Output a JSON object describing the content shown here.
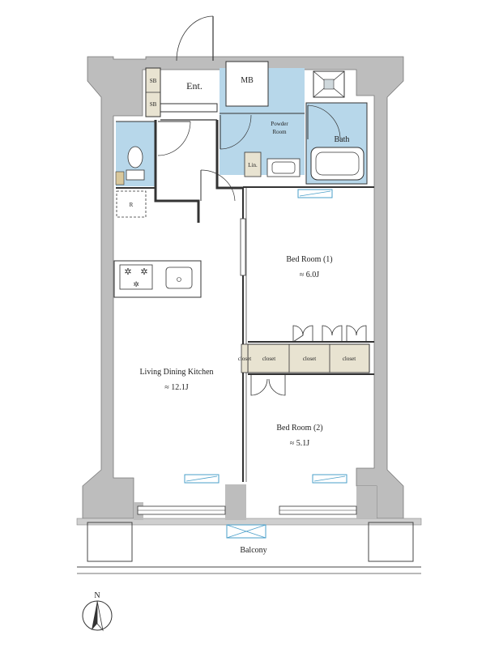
{
  "rooms": {
    "entrance": "Ent.",
    "meter_box": "MB",
    "powder_room_line1": "Powder",
    "powder_room_line2": "Room",
    "bath": "Bath",
    "linen": "Lin.",
    "refrigerator": "R",
    "shoe_box_1": "SB",
    "shoe_box_2": "SB",
    "ldk_name": "Living Dining Kitchen",
    "ldk_area": "≈ 12.1J",
    "bed1_name": "Bed Room (1)",
    "bed1_area": "≈ 6.0J",
    "bed2_name": "Bed Room (2)",
    "bed2_area": "≈ 5.1J",
    "closet_1": "closet",
    "closet_2": "closet",
    "closet_3": "closet",
    "closet_4": "closet",
    "balcony": "Balcony"
  },
  "compass": {
    "label": "N"
  },
  "colors": {
    "wall": "#bdbdbd",
    "wet_area": "#b7d7ea",
    "closet": "#e8e3d1",
    "line": "#333333",
    "window": "#4a9fc9"
  }
}
